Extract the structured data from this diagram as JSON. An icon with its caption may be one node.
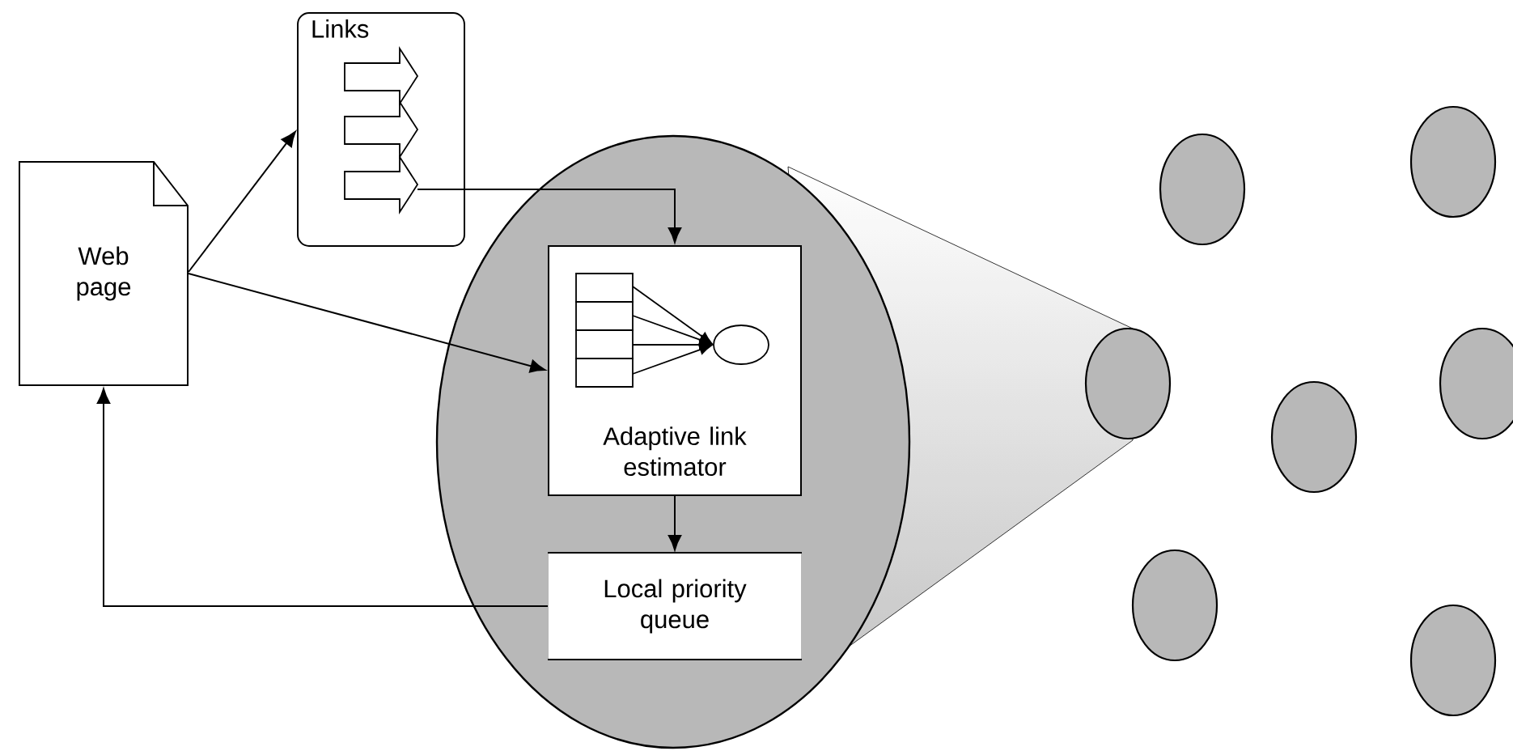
{
  "diagram": {
    "nodes": [
      {
        "text": [
          "Web page"
        ]
      },
      {
        "text": [
          "Links"
        ]
      },
      {
        "text": [],
        "shape": "circle"
      },
      {
        "text": [
          "Adaptive link estimator"
        ],
        "in": 2
      },
      {
        "text": [
          "Local priority queue"
        ],
        "in": 2
      },
      {
        "text": [],
        "shape": "circle"
      },
      {
        "text": [],
        "shape": "circle"
      },
      {
        "text": [],
        "shape": "circle"
      },
      {
        "text": [],
        "shape": "circle"
      },
      {
        "text": [],
        "shape": "circle"
      },
      {
        "text": [],
        "shape": "circle"
      },
      {
        "text": [],
        "shape": "circle"
      }
    ],
    "edges": [
      {
        "from": 0,
        "to": 1,
        "arrow": "to"
      },
      {
        "from": 0,
        "to": 3,
        "arrow": "to"
      },
      {
        "from": 1,
        "to": 3,
        "arrow": "to"
      },
      {
        "from": 3,
        "to": 4,
        "arrow": "to"
      },
      {
        "from": 4,
        "to": 0,
        "arrow": "to"
      }
    ]
  }
}
